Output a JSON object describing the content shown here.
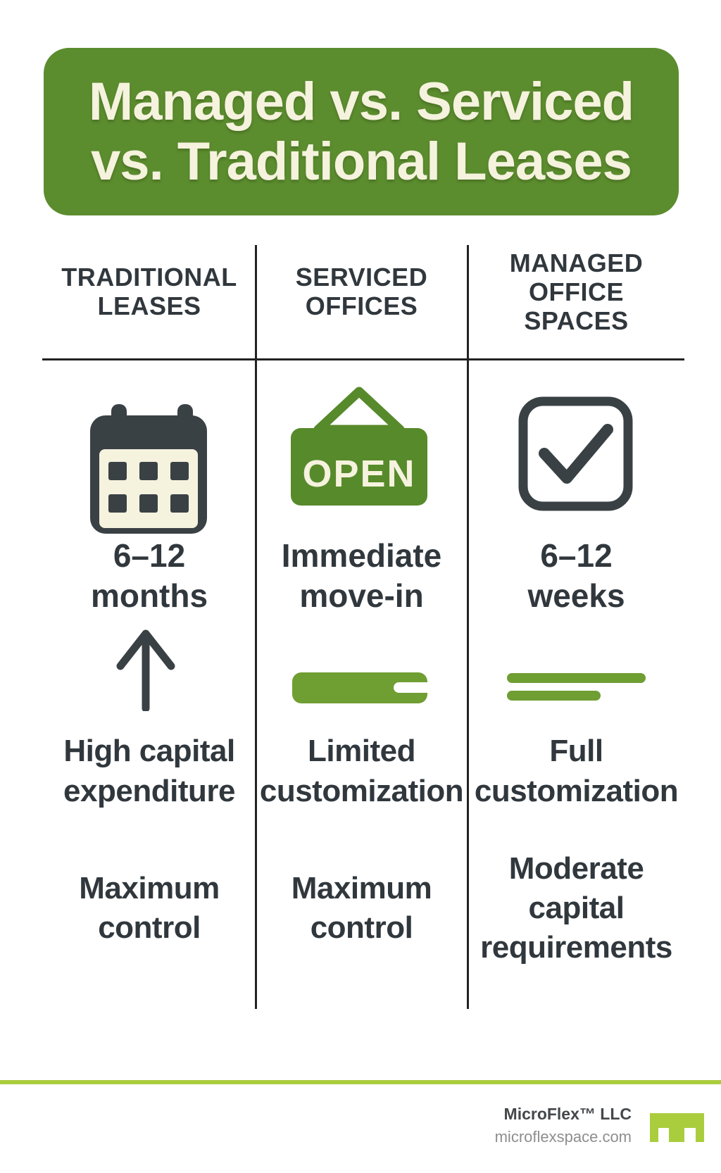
{
  "header": {
    "title_line1": "Managed vs. Serviced",
    "title_line2": "vs. Traditional Leases"
  },
  "columns": [
    {
      "header_lines": [
        "TRADITIONAL",
        "LEASES"
      ],
      "icon1": "calendar-icon",
      "row1_lines": [
        "6–12",
        "months"
      ],
      "icon2": "arrow-up-icon",
      "row2_lines": [
        "High capital",
        "expenditure"
      ],
      "row3_lines": [
        "Maximum",
        "control"
      ]
    },
    {
      "header_lines": [
        "SERVICED",
        "OFFICES"
      ],
      "icon1": "open-sign-icon",
      "icon1_text": "OPEN",
      "row1_lines": [
        "Immediate",
        "move-in"
      ],
      "icon2": "limited-customization-bar-icon",
      "row2_lines": [
        "Limited",
        "customization"
      ],
      "row3_lines": [
        "Maximum",
        "control"
      ]
    },
    {
      "header_lines": [
        "MANAGED",
        "OFFICE",
        "SPACES"
      ],
      "icon1": "checkbox-checked-icon",
      "row1_lines": [
        "6–12",
        "weeks"
      ],
      "icon2": "full-customization-bars-icon",
      "row2_lines": [
        "Full",
        "customization"
      ],
      "row3_lines": [
        "Moderate",
        "capital",
        "requirements"
      ]
    }
  ],
  "footer": {
    "company": "MicroFlex™ LLC",
    "website": "microflexspace.com"
  },
  "colors": {
    "page_bg": "#ffffff",
    "title_green": "#5b8c2e",
    "sign_green": "#578a2b",
    "bar_green": "#6f9e32",
    "accent_lime": "#aacd3e",
    "text_dark": "#31383d",
    "icon_dark": "#3a4145",
    "cream": "#f5f2de",
    "url_gray": "#8e8e8e",
    "divider": "#222222"
  }
}
